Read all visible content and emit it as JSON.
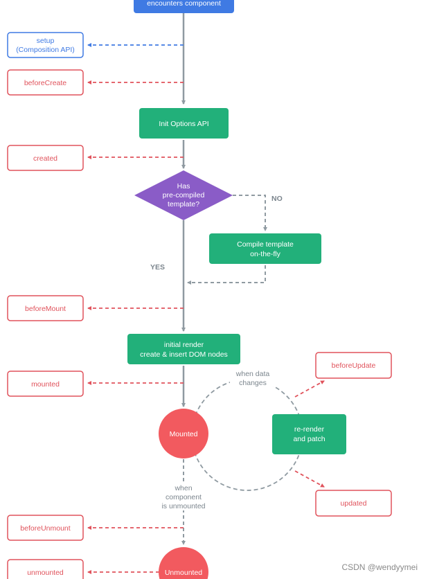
{
  "start_box": "encounters component",
  "hooks": {
    "setup_line1": "setup",
    "setup_line2": "(Composition API)",
    "before_create": "beforeCreate",
    "created": "created",
    "before_mount": "beforeMount",
    "mounted": "mounted",
    "before_update": "beforeUpdate",
    "updated": "updated",
    "before_unmount": "beforeUnmount",
    "unmounted": "unmounted"
  },
  "steps": {
    "init_options": "Init Options API",
    "has_template_line1": "Has",
    "has_template_line2": "pre-compiled",
    "has_template_line3": "template?",
    "no_label": "NO",
    "yes_label": "YES",
    "compile_line1": "Compile template",
    "compile_line2": "on-the-fly",
    "render_line1": "initial render",
    "render_line2": "create & insert DOM nodes",
    "rerender_line1": "re-render",
    "rerender_line2": "and patch",
    "mounted_state": "Mounted",
    "unmounted_state": "Unmounted",
    "data_changes_line1": "when data",
    "data_changes_line2": "changes",
    "unmount_when_line1": "when",
    "unmount_when_line2": "component",
    "unmount_when_line3": "is unmounted"
  },
  "watermark": "CSDN @wendyymei",
  "colors": {
    "blue": "#3f7ae3",
    "green": "#22b07a",
    "red": "#e0525b",
    "purple": "#8a5cc7",
    "gray": "#8f9aa1"
  }
}
